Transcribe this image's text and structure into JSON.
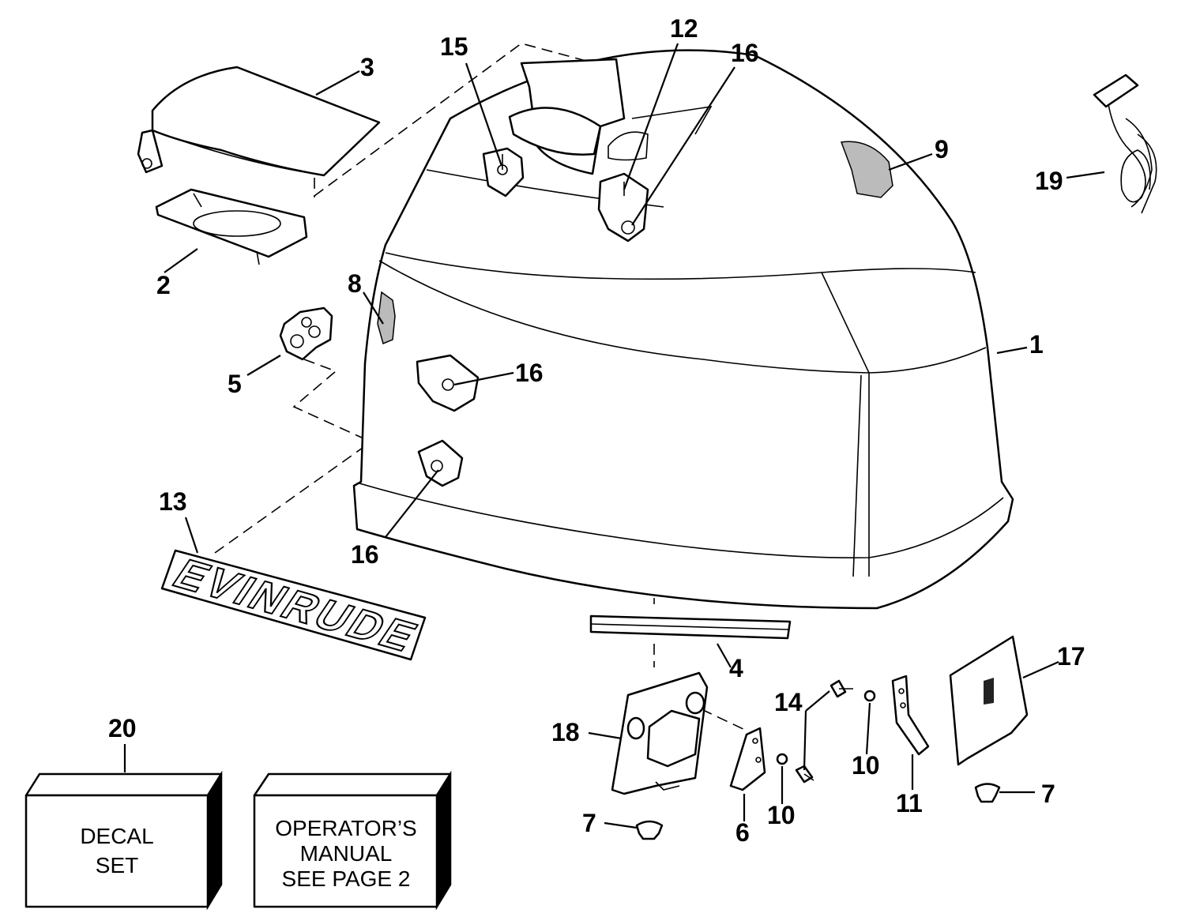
{
  "callouts": [
    {
      "id": "c1",
      "label": "1"
    },
    {
      "id": "c2",
      "label": "2"
    },
    {
      "id": "c3",
      "label": "3"
    },
    {
      "id": "c4",
      "label": "4"
    },
    {
      "id": "c5",
      "label": "5"
    },
    {
      "id": "c6",
      "label": "6"
    },
    {
      "id": "c7a",
      "label": "7"
    },
    {
      "id": "c7b",
      "label": "7"
    },
    {
      "id": "c8",
      "label": "8"
    },
    {
      "id": "c9",
      "label": "9"
    },
    {
      "id": "c10a",
      "label": "10"
    },
    {
      "id": "c10b",
      "label": "10"
    },
    {
      "id": "c11",
      "label": "11"
    },
    {
      "id": "c12",
      "label": "12"
    },
    {
      "id": "c13",
      "label": "13"
    },
    {
      "id": "c14",
      "label": "14"
    },
    {
      "id": "c15",
      "label": "15"
    },
    {
      "id": "c16a",
      "label": "16"
    },
    {
      "id": "c16b",
      "label": "16"
    },
    {
      "id": "c16c",
      "label": "16"
    },
    {
      "id": "c17",
      "label": "17"
    },
    {
      "id": "c18",
      "label": "18"
    },
    {
      "id": "c19",
      "label": "19"
    },
    {
      "id": "c20",
      "label": "20"
    }
  ],
  "brand_decal": "EVINRUDE",
  "boxes": {
    "decal_set": {
      "line1": "DECAL",
      "line2": "SET"
    },
    "operators_manual": {
      "line1": "OPERATOR’S",
      "line2": "MANUAL",
      "line3": "SEE PAGE 2"
    }
  }
}
